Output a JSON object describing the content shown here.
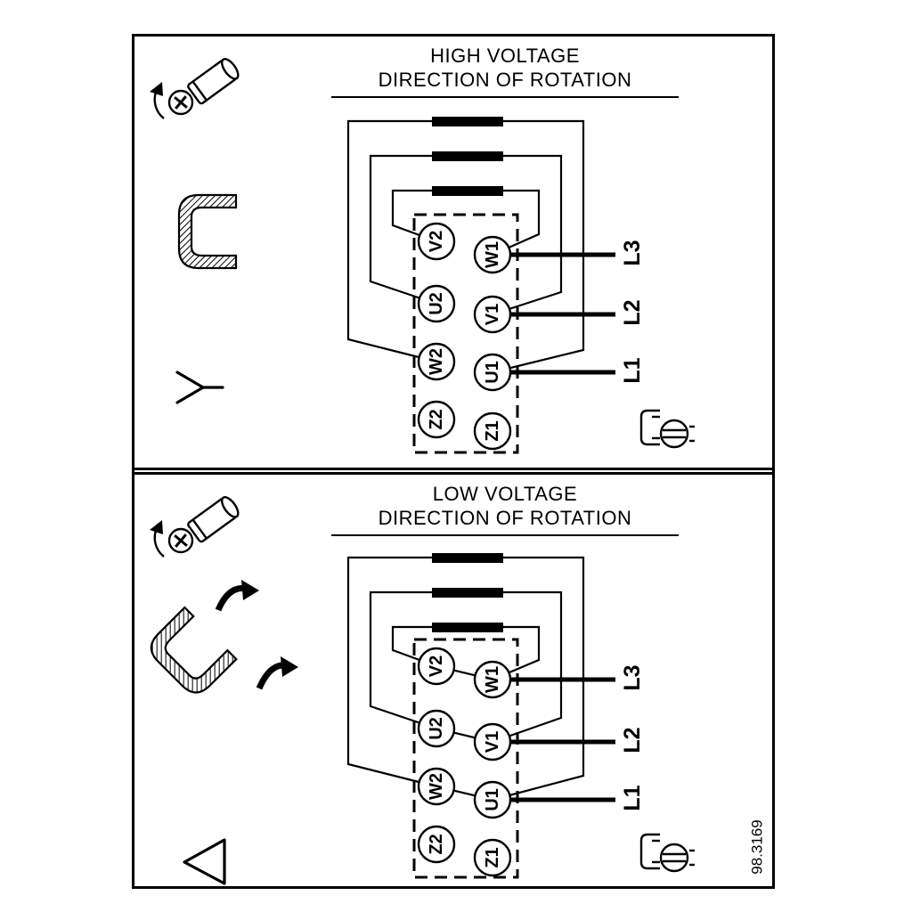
{
  "figure_number": "98.3169",
  "colors": {
    "line": "#000000",
    "background": "#ffffff"
  },
  "panels": [
    {
      "id": "high-voltage",
      "title_line1": "HIGH VOLTAGE",
      "title_line2": "DIRECTION OF ROTATION",
      "connection_symbol": "star",
      "jumper_count": 3,
      "terminals_left": [
        "V2",
        "U2",
        "W2",
        "Z2"
      ],
      "terminals_right": [
        "W1",
        "V1",
        "U1",
        "Z1"
      ],
      "supply_lines": [
        "L3",
        "L2",
        "L1"
      ]
    },
    {
      "id": "low-voltage",
      "title_line1": "LOW VOLTAGE",
      "title_line2": "DIRECTION OF ROTATION",
      "connection_symbol": "delta",
      "jumper_count": 3,
      "terminals_left": [
        "V2",
        "U2",
        "W2",
        "Z2"
      ],
      "terminals_right": [
        "W1",
        "V1",
        "U1",
        "Z1"
      ],
      "supply_lines": [
        "L3",
        "L2",
        "L1"
      ]
    }
  ]
}
